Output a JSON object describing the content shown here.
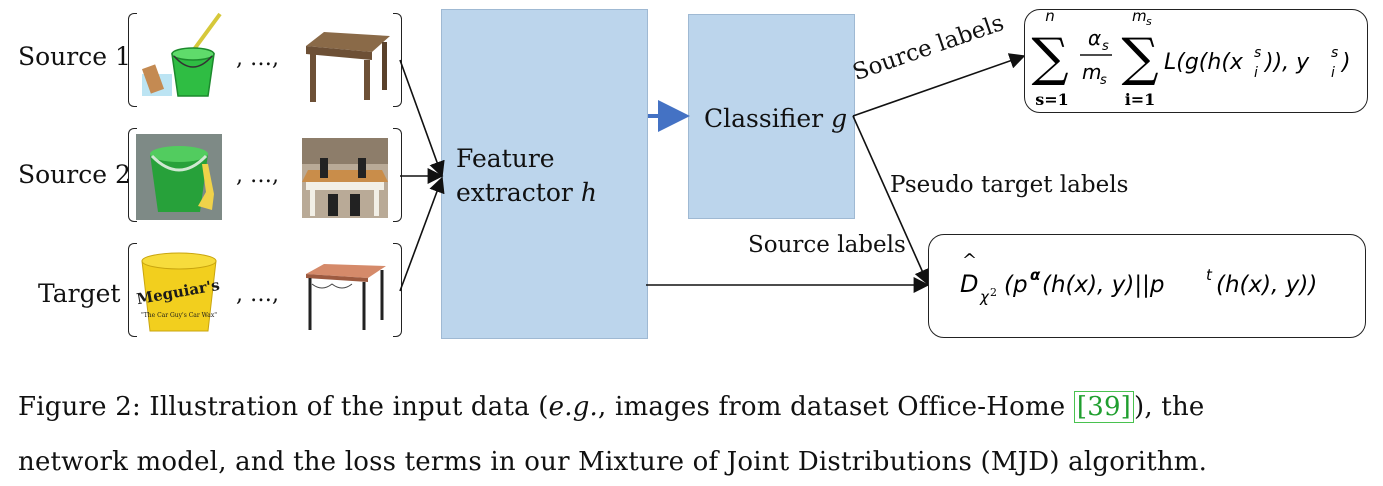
{
  "inputs": {
    "rows": [
      {
        "label": "Source 1",
        "ellipsis": ", …,"
      },
      {
        "label": "Source 2",
        "ellipsis": ", …,"
      },
      {
        "label": "Target",
        "ellipsis": ", …,"
      }
    ],
    "images": {
      "source1_first": "bucket-with-mop",
      "source1_last": "wooden-table",
      "source2_first": "green-bucket-photo",
      "source2_last": "dining-table-photo",
      "target_first": "yellow-bucket-photo",
      "target_last": "table-photo"
    }
  },
  "feature_extractor": {
    "label_line1": "Feature",
    "label_line2": "extractor",
    "symbol": "h"
  },
  "classifier": {
    "label": "Classifier",
    "symbol": "g"
  },
  "edges": {
    "source_labels_top": "Source labels",
    "pseudo_target_labels": "Pseudo target labels",
    "source_labels_bottom": "Source labels"
  },
  "loss_terms": {
    "classification": {
      "outer_sum": "∑",
      "outer_upper": "n",
      "outer_lower": "s=1",
      "frac_num": "α",
      "frac_num_sub": "s",
      "frac_den": "m",
      "frac_den_sub": "s",
      "inner_sum": "∑",
      "inner_upper": "m",
      "inner_upper_sub": "s",
      "inner_lower": "i=1",
      "body": "L(g(h(x",
      "body_sub": "i",
      "body_sup": "s",
      "body_rest": ")), y",
      "y_sub": "i",
      "y_sup": "s",
      "close": ")"
    },
    "divergence": {
      "D": "D",
      "D_sub": "χ",
      "D_sub_sup": "2",
      "body_1": "(p",
      "sup_alpha": "α",
      "body_2": "(h(x), y)||p",
      "sup_t": "t",
      "body_3": "(h(x), y))"
    }
  },
  "caption": {
    "line1_a": "Figure 2:  Illustration of the input data (",
    "line1_eg": "e.g.",
    "line1_b": ", images from dataset Office-Home ",
    "line1_cite": "[39]",
    "line1_c": "), the",
    "line2": "network model, and the loss terms in our Mixture of Joint Distributions (MJD) algorithm."
  },
  "colors": {
    "panel_fill": "#bcd5ec",
    "accent_arrow": "#4472c4",
    "cite_green": "#1f9e2e"
  }
}
